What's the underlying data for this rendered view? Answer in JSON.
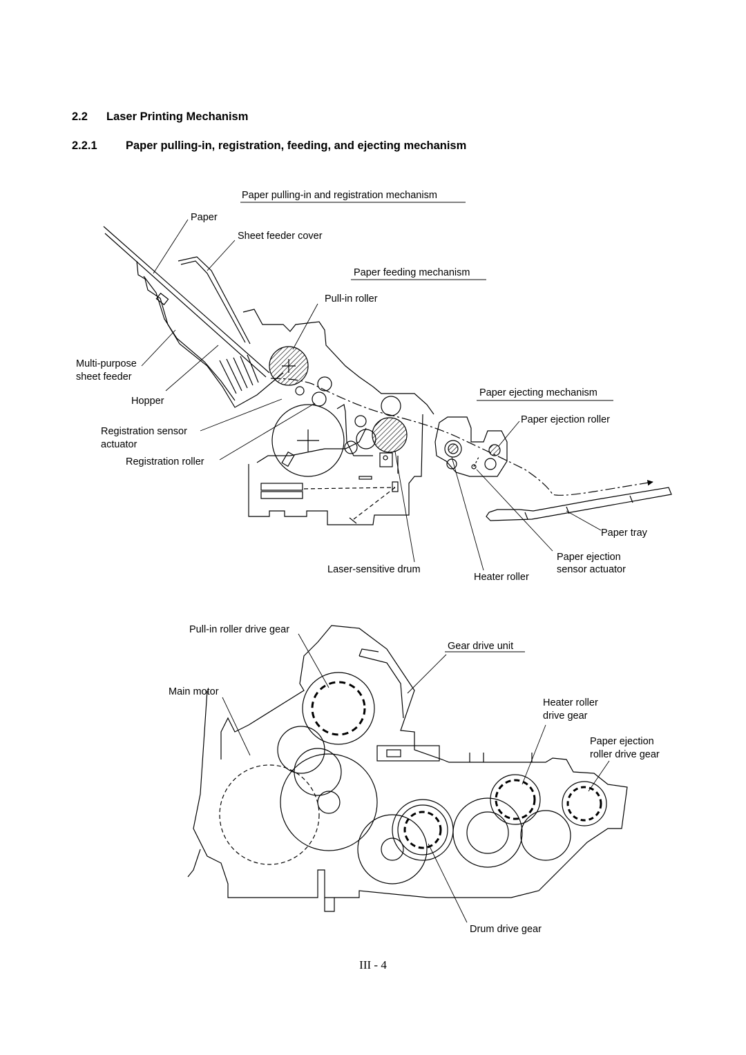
{
  "heading1": {
    "number": "2.2",
    "title": "Laser Printing Mechanism"
  },
  "heading2": {
    "number": "2.2.1",
    "title": "Paper pulling-in, registration, feeding, and ejecting mechanism"
  },
  "figure_top": {
    "groups": {
      "pulling_in": "Paper pulling-in and registration mechanism",
      "feeding": "Paper feeding mechanism",
      "ejecting": "Paper ejecting mechanism"
    },
    "labels": {
      "paper": "Paper",
      "sheet_feeder_cover": "Sheet feeder cover",
      "pull_in_roller": "Pull-in roller",
      "mp_feeder_1": "Multi-purpose",
      "mp_feeder_2": "sheet feeder",
      "hopper": "Hopper",
      "reg_sensor_1": "Registration sensor",
      "reg_sensor_2": "actuator",
      "reg_roller": "Registration roller",
      "paper_ejection_roller": "Paper ejection roller",
      "paper_tray": "Paper tray",
      "eject_sensor_1": "Paper ejection",
      "eject_sensor_2": "sensor actuator",
      "drum": "Laser-sensitive drum",
      "heater_roller": "Heater roller"
    }
  },
  "figure_bottom": {
    "labels": {
      "pull_in_gear": "Pull-in roller drive gear",
      "gear_drive_unit": "Gear drive unit",
      "main_motor": "Main motor",
      "heater_gear_1": "Heater roller",
      "heater_gear_2": "drive gear",
      "eject_gear_1": "Paper ejection",
      "eject_gear_2": "roller drive gear",
      "drum_gear": "Drum drive gear"
    }
  },
  "page_number": "III - 4"
}
